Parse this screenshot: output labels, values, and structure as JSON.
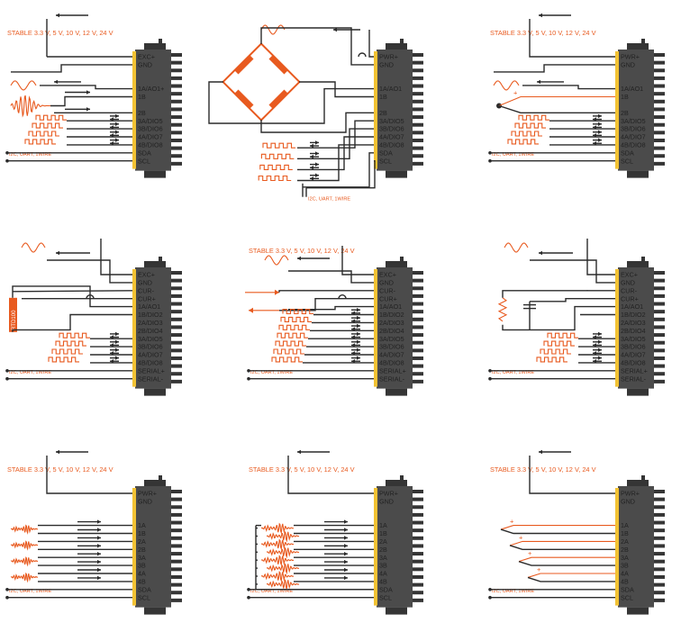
{
  "colors": {
    "wire": "#2b2b2b",
    "accent": "#e85a1f",
    "connector": "#4b4b4b",
    "connector_dark": "#353535",
    "pin": "#f2c233"
  },
  "panels": [
    {
      "id": "p1",
      "stable_label": "STABLE 3.3 V, 5 V, 10 V, 12 V, 24 V",
      "bus_label": "I2C, UART, 1WIRE",
      "pins": [
        "EXC+",
        "GND",
        "",
        "",
        "1A/AO1+",
        "1B",
        "",
        "2B",
        "3A/DIO5",
        "3B/DIO6",
        "4A/DIO7",
        "4B/DIO8",
        "SDA",
        "SCL"
      ]
    },
    {
      "id": "p2",
      "stable_label": "",
      "bus_label": "I2C, UART, 1WIRE",
      "pins": [
        "PWR+",
        "GND",
        "",
        "",
        "1A/AO1",
        "1B",
        "",
        "2B",
        "3A/DIO5",
        "3B/DIO6",
        "4A/DIO7",
        "4B/DIO8",
        "SDA",
        "SCL"
      ]
    },
    {
      "id": "p3",
      "stable_label": "STABLE 3.3 V, 5 V, 10 V, 12 V, 24 V",
      "bus_label": "I2C, UART, 1WIRE",
      "pins": [
        "PWR+",
        "GND",
        "",
        "",
        "1A/AO1",
        "1B",
        "",
        "2B",
        "3A/DIO5",
        "3B/DIO6",
        "4A/DIO7",
        "4B/DIO8",
        "SDA",
        "SCL"
      ]
    },
    {
      "id": "p4",
      "stable_label": "",
      "bus_label": "I2C, UART, 1WIRE",
      "rtd_label": "RTD100",
      "pins": [
        "EXC+",
        "GND",
        "CUR-",
        "CUR+",
        "1A/AO1",
        "1B/DIO2",
        "2A/DIO3",
        "2B/DIO4",
        "3A/DIO5",
        "3B/DIO6",
        "4A/DIO7",
        "4B/DIO8",
        "SERIAL+",
        "SERIAL-"
      ]
    },
    {
      "id": "p5",
      "stable_label": "STABLE 3.3 V, 5 V, 10 V, 12 V, 24 V",
      "bus_label": "I2C, UART, 1WIRE",
      "pins": [
        "EXC+",
        "GND",
        "CUR-",
        "CUR+",
        "1A/AO1",
        "1B/DIO2",
        "2A/DIO3",
        "2B/DIO4",
        "3A/DIO5",
        "3B/DIO6",
        "4A/DIO7",
        "4B/DIO8",
        "SERIAL+",
        "SERIAL-"
      ]
    },
    {
      "id": "p6",
      "stable_label": "",
      "bus_label": "I2C, UART, 1WIRE",
      "pins": [
        "EXC+",
        "GND",
        "CUR-",
        "CUR+",
        "1A/AO1",
        "1B/DIO2",
        "2A/DIO3",
        "2B/DIO4",
        "3A/DIO5",
        "3B/DIO6",
        "4A/DIO7",
        "4B/DIO8",
        "SERIAL+",
        "SERIAL-"
      ]
    },
    {
      "id": "p7",
      "stable_label": "STABLE 3.3 V, 5 V, 10 V, 12 V, 24 V",
      "bus_label": "I2C, UART, 1WIRE",
      "pins": [
        "PWR+",
        "GND",
        "",
        "",
        "1A",
        "1B",
        "2A",
        "2B",
        "3A",
        "3B",
        "4A",
        "4B",
        "SDA",
        "SCL"
      ]
    },
    {
      "id": "p8",
      "stable_label": "STABLE 3.3 V, 5 V, 10 V, 12 V, 24 V",
      "bus_label": "I2C, UART, 1WIRE",
      "pins": [
        "PWR+",
        "GND",
        "",
        "",
        "1A",
        "1B",
        "2A",
        "2B",
        "3A",
        "3B",
        "4A",
        "4B",
        "SDA",
        "SCL"
      ]
    },
    {
      "id": "p9",
      "stable_label": "STABLE 3.3 V, 5 V, 10 V, 12 V, 24 V",
      "bus_label": "I2C, UART, 1WIRE",
      "pins": [
        "PWR+",
        "GND",
        "",
        "",
        "1A",
        "1B",
        "2A",
        "2B",
        "3A",
        "3B",
        "4A",
        "4B",
        "SDA",
        "SCL"
      ]
    }
  ]
}
